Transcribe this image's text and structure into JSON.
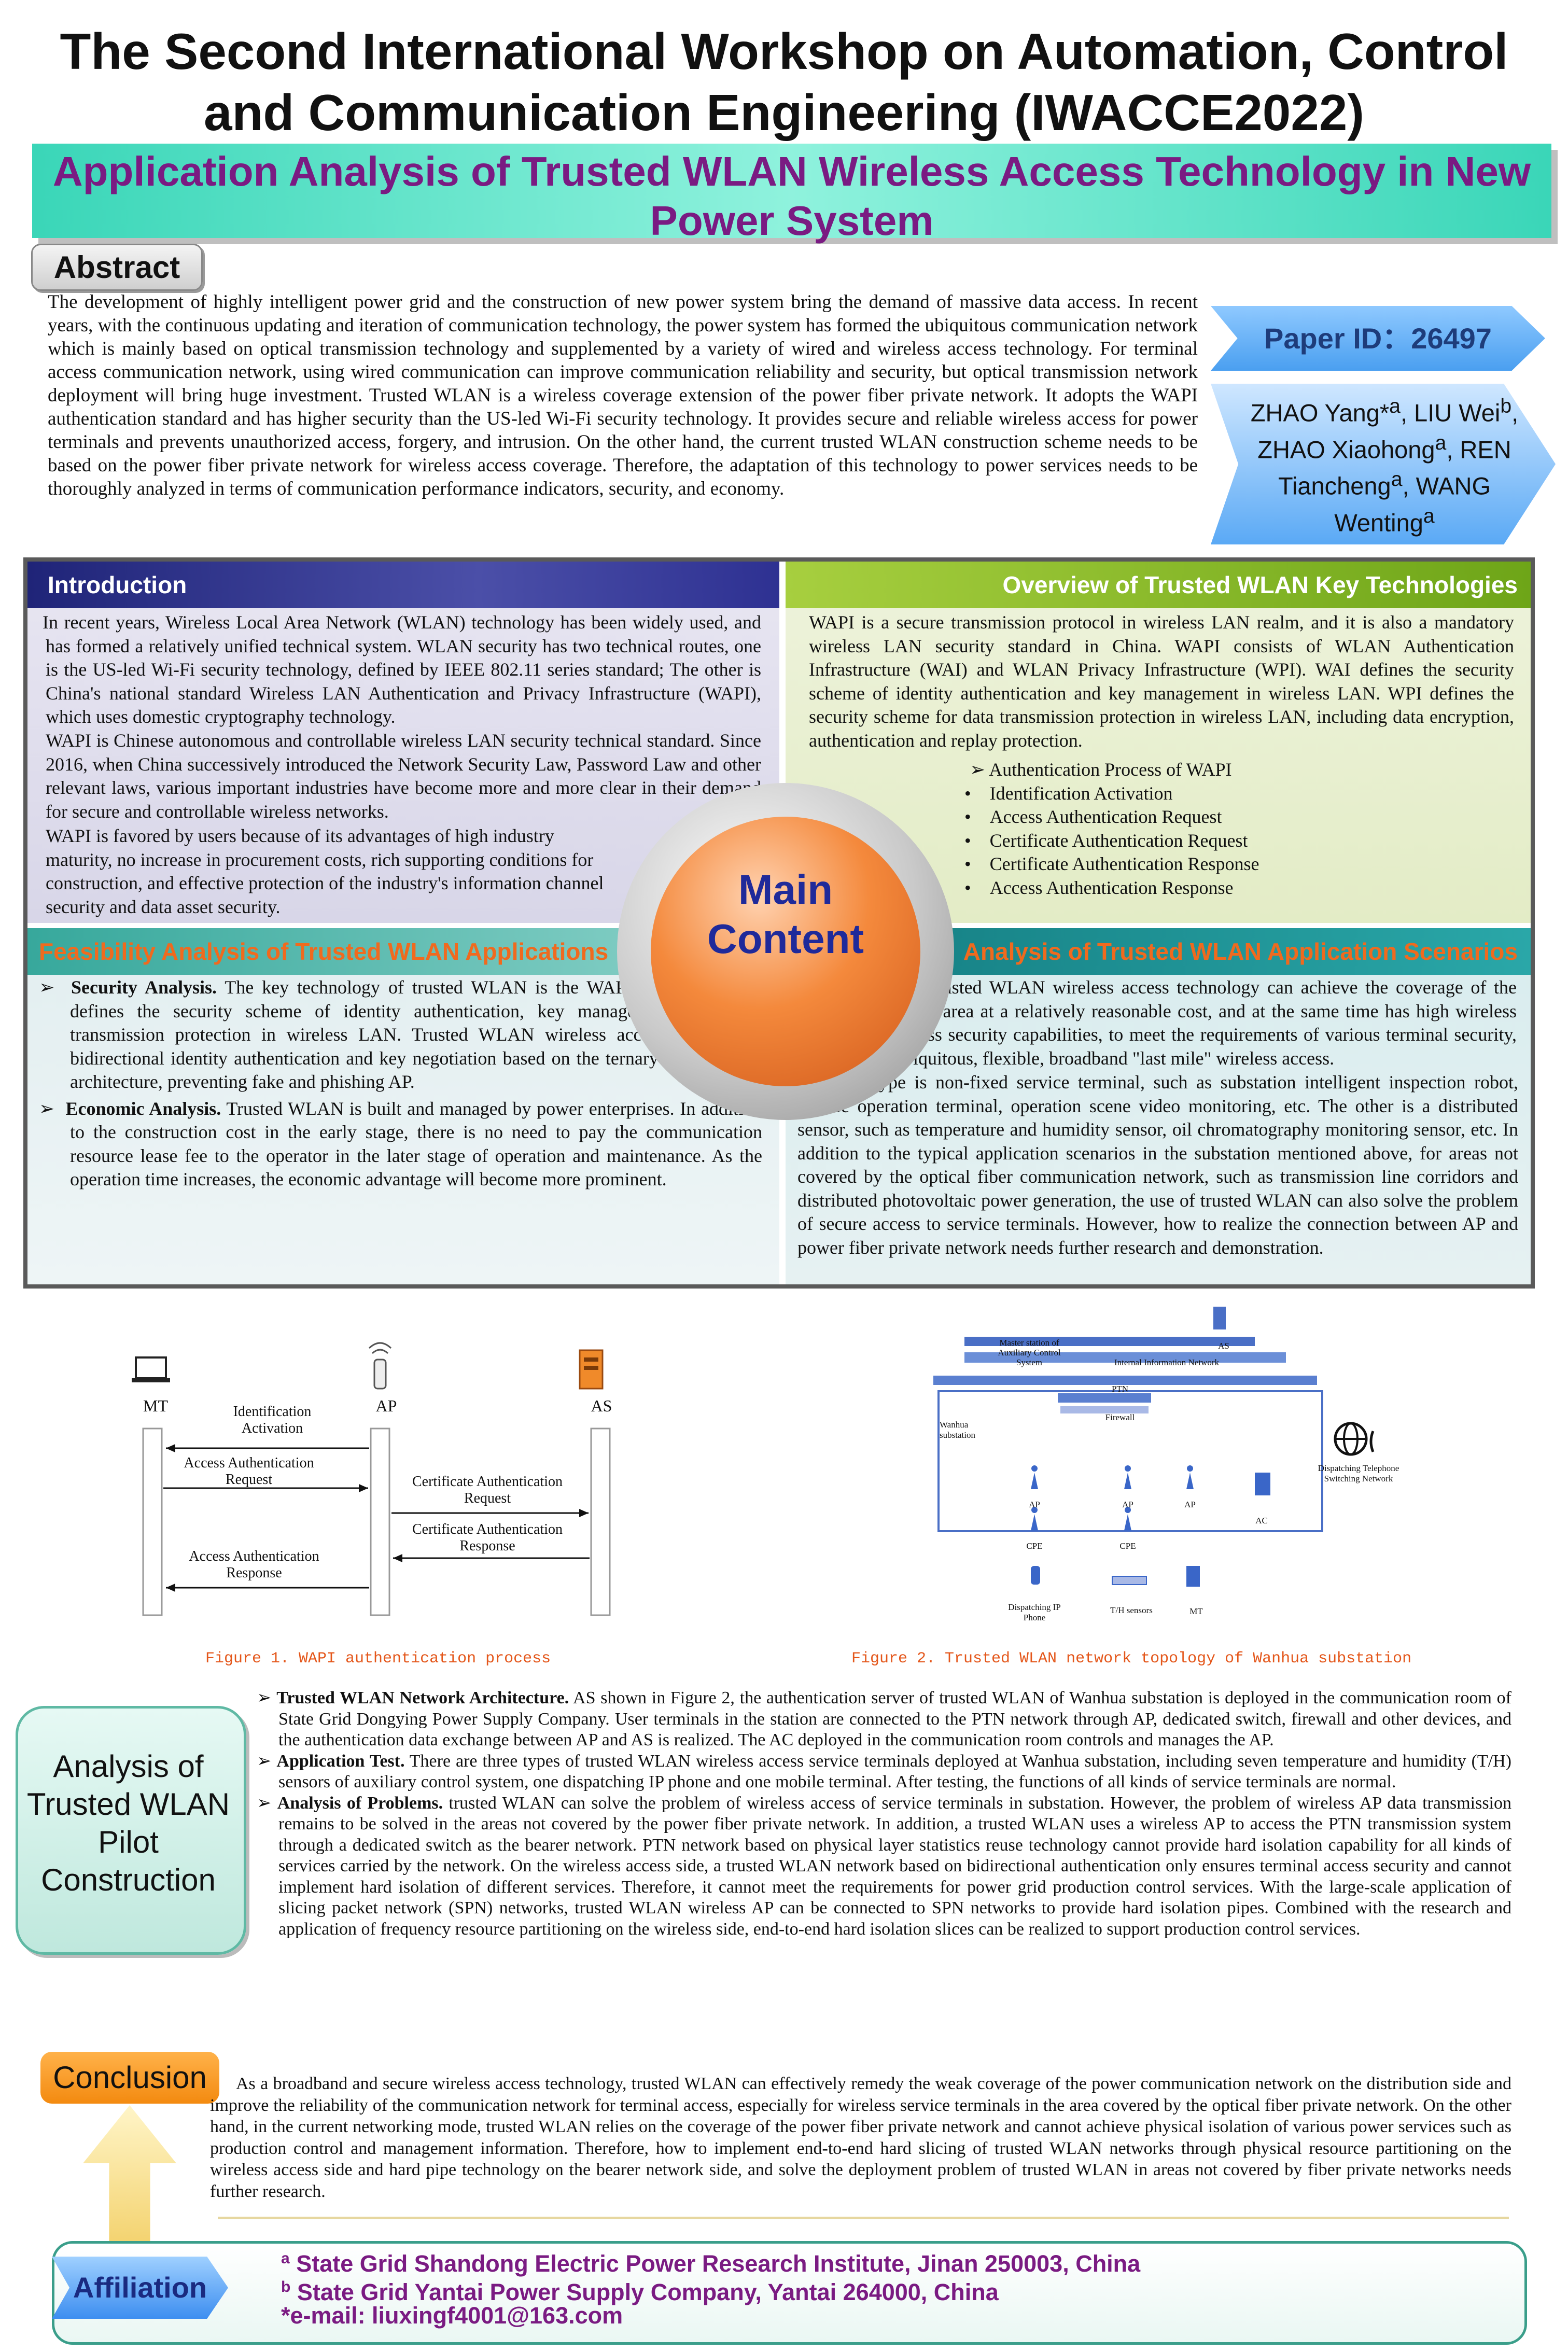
{
  "conference": {
    "title_line1": "The Second International Workshop on Automation, Control",
    "title_line2": "and Communication Engineering (IWACCE2022)"
  },
  "paper": {
    "title_line1": "Application Analysis of Trusted WLAN Wireless Access Technology in New",
    "title_line2": "Power System",
    "paper_id": "Paper ID：26497",
    "authors_line1": "ZHAO Yang*a, LIU Weib,",
    "authors_line2": "ZHAO Xiaohonga, REN",
    "authors_line3": "Tianchenga, WANG",
    "authors_line4": "Wentinga"
  },
  "abstract": {
    "label": "Abstract",
    "text": "The development of highly intelligent power grid and the construction of new power system bring the demand of massive data access. In recent years, with the continuous updating and iteration of communication technology, the power system has formed the ubiquitous communication network which is mainly based on optical transmission technology and supplemented by a variety of wired and wireless access technology. For terminal access communication network, using wired communication can improve communication reliability and security, but optical transmission network deployment will bring huge investment. Trusted WLAN is a wireless coverage extension of the power fiber private network. It adopts the WAPI authentication standard and has higher security than the US-led Wi-Fi security technology. It provides secure and reliable wireless access for power terminals and prevents unauthorized access, forgery, and intrusion. On the other hand, the current trusted WLAN construction scheme needs to be based on the power fiber private network for wireless access coverage. Therefore, the adaptation of this technology to power services needs to be thoroughly analyzed in terms of communication performance indicators, security, and economy."
  },
  "main_content": {
    "line1": "Main",
    "line2": "Content"
  },
  "introduction": {
    "title": "Introduction",
    "p1": "In recent years, Wireless Local Area Network (WLAN) technology has been widely used, and has formed a relatively unified technical system. WLAN security has two technical routes, one is the US-led Wi-Fi security technology, defined by IEEE 802.11 series standard; The other is China's national standard Wireless LAN Authentication and Privacy Infrastructure (WAPI), which uses domestic cryptography technology.",
    "p2": "WAPI is Chinese autonomous and controllable wireless LAN security technical standard. Since 2016, when China successively introduced the Network Security Law, Password Law and other relevant laws, various important industries have become more and more clear in their demand for secure and controllable wireless networks.",
    "p3": "WAPI is favored by users because of its advantages of high industry maturity, no increase in procurement costs, rich supporting conditions for construction, and effective protection of the industry's information channel security and data asset security."
  },
  "overview": {
    "title": "Overview of Trusted WLAN Key Technologies",
    "text": "WAPI is a secure transmission protocol in wireless LAN realm, and it is also a mandatory wireless LAN security standard in China. WAPI consists of WLAN Authentication Infrastructure (WAI) and WLAN Privacy Infrastructure (WPI). WAI defines the security scheme of identity authentication and key management in wireless LAN. WPI defines the security scheme for data transmission protection in wireless LAN, including data encryption, authentication and replay protection.",
    "process_title": "Authentication Process of WAPI",
    "steps": [
      "Identification Activation",
      "Access Authentication Request",
      "Certificate Authentication Request",
      "Certificate Authentication Response",
      "Access Authentication Response"
    ]
  },
  "feasibility": {
    "title": "Feasibility Analysis of Trusted WLAN Applications",
    "security_label": "Security Analysis.",
    "security_text": " The key technology of trusted WLAN is the WAPI standard, which defines the security scheme of identity authentication, key management, and data transmission protection in wireless LAN. Trusted WLAN wireless access implements bidirectional identity authentication and key negotiation based on the ternary peer security architecture, preventing fake and phishing AP.",
    "economic_label": "Economic Analysis.",
    "economic_text": "  Trusted WLAN is built and managed by power enterprises. In addition to the construction cost in the early stage, there is no need to pay the communication resource lease fee to the operator in the later stage of operation and maintenance. As the operation time increases, the economic advantage will become more prominent."
  },
  "scenarios": {
    "title": "Analysis of Trusted WLAN Application Scenarios",
    "p1": "The trusted WLAN wireless access technology can achieve the coverage of the target area at a relatively reasonable cost, and at the same time has high wireless access security capabilities, to meet the requirements of various terminal security, ubiquitous, flexible, broadband \"last mile\" wireless access.",
    "p2": "The first type is non-fixed service terminal, such as substation intelligent inspection robot, mobile operation terminal, operation scene video monitoring, etc. The other is a distributed sensor, such as temperature and humidity sensor, oil chromatography monitoring sensor, etc. In addition to the typical application scenarios in the substation mentioned above, for areas not covered by the optical fiber communication network, such as transmission line corridors and distributed photovoltaic power generation, the use of trusted WLAN can also solve the problem of secure access to service terminals. However, how to realize the connection between AP and power fiber private network needs further research and demonstration."
  },
  "figure1": {
    "caption": "Figure 1. WAPI authentication process",
    "mt": "MT",
    "ap": "AP",
    "as": "AS",
    "m1": "Identification Activation",
    "m2": "Access Authentication Request",
    "m3": "Certificate Authentication Request",
    "m4": "Certificate Authentication Response",
    "m5": "Access Authentication Response"
  },
  "figure2": {
    "caption": "Figure 2. Trusted WLAN network topology of Wanhua substation",
    "master": "Master station of Auxiliary Control System",
    "as": "AS",
    "internal": "Internal Information Network",
    "ptn": "PTN",
    "firewall": "Firewall",
    "wanhua": "Wanhua substation",
    "ap": "AP",
    "ac": "AC",
    "cpe": "CPE",
    "phone": "Dispatching IP Phone",
    "th": "T/H sensors",
    "mt": "MT",
    "dtsn": "Dispatching Telephone Switching Network"
  },
  "pilot": {
    "label_line1": "Analysis of",
    "label_line2": "Trusted WLAN",
    "label_line3": "Pilot",
    "label_line4": "Construction",
    "arch_label": "Trusted WLAN Network Architecture.",
    "arch_text": " AS shown in Figure 2, the authentication server of trusted WLAN of Wanhua substation is deployed in the communication room of State Grid Dongying Power Supply Company. User terminals in the station are connected to the PTN network through AP, dedicated switch, firewall and other devices, and the authentication data exchange between AP and AS is realized. The AC deployed in the communication room controls and manages the AP.",
    "test_label": "Application Test.",
    "test_text": " There are three types of trusted WLAN wireless access service terminals deployed at Wanhua substation, including seven temperature and humidity (T/H) sensors of auxiliary control system, one dispatching IP phone and one mobile terminal. After testing, the functions of all kinds of service terminals are normal.",
    "prob_label": "Analysis of Problems.",
    "prob_text": "  trusted WLAN can solve the problem of wireless access of service terminals in substation. However, the problem of wireless AP data transmission remains to be solved in the areas not covered by the power fiber private network. In addition, a trusted WLAN uses a wireless AP to access the PTN transmission system through a dedicated switch as the bearer network. PTN network based on physical layer statistics reuse technology cannot provide hard isolation capability for all kinds of services carried by the network. On the wireless access side, a trusted WLAN network based on bidirectional authentication only ensures terminal access security and cannot implement hard isolation of different services. Therefore, it cannot meet the requirements for power grid production control services. With the large-scale application of slicing packet network (SPN) networks, trusted WLAN wireless AP can be connected to SPN networks to provide hard isolation pipes. Combined with the research and application of frequency resource partitioning on the wireless side, end-to-end hard isolation slices can be realized to support production control services."
  },
  "conclusion": {
    "label": "Conclusion",
    "text": "As a broadband and secure wireless access technology, trusted WLAN can effectively remedy the weak coverage of the power communication network on the distribution side and improve the reliability of the communication network for terminal access, especially for wireless service terminals in the area covered by the optical fiber private network. On the other hand, in the current networking mode, trusted WLAN relies on the coverage of the power fiber private network and cannot achieve physical isolation of various power services such as production control and management information. Therefore, how to implement end-to-end hard slicing of trusted WLAN networks through physical resource partitioning on the wireless access side and hard pipe technology on the bearer network side, and solve the deployment problem of trusted WLAN in areas not covered by fiber private networks needs further research."
  },
  "affiliation": {
    "label": "Affiliation",
    "line1": "State Grid Shandong Electric Power Research Institute, Jinan 250003, China",
    "line2": "State Grid Yantai Power Supply Company, Yantai 264000, China",
    "email": "*e-mail: liuxingf4001@163.com"
  },
  "colors": {
    "title_purple": "#7a1b82",
    "intro_header": "#2e3192",
    "overview_header": "#7fb21c",
    "feasibility_header": "#2a9d93",
    "scenario_header": "#1a7f86",
    "orange_heading": "#f06a1e"
  }
}
